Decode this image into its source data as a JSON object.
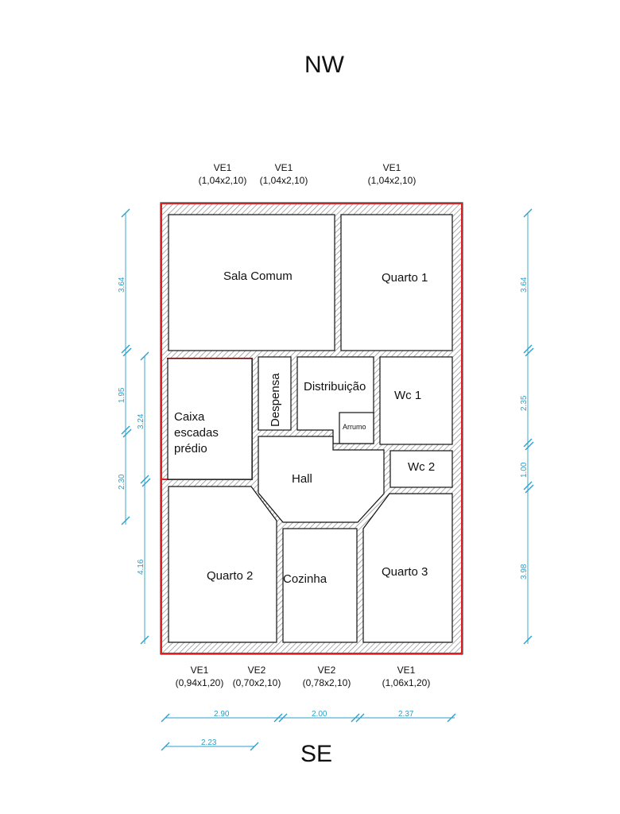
{
  "compass": {
    "north": "NW",
    "south": "SE"
  },
  "rooms": {
    "sala_comum": "Sala Comum",
    "quarto_1": "Quarto 1",
    "caixa_1": "Caixa",
    "caixa_2": "escadas",
    "caixa_3": "prédio",
    "despensa": "Despensa",
    "distribuicao": "Distribuição",
    "arrumo": "Arrumo",
    "wc_1": "Wc 1",
    "wc_2": "Wc 2",
    "hall": "Hall",
    "quarto_2": "Quarto 2",
    "cozinha": "Cozinha",
    "quarto_3": "Quarto 3"
  },
  "windows_top": [
    {
      "type": "VE1",
      "size": "(1,04x2,10)"
    },
    {
      "type": "VE1",
      "size": "(1,04x2,10)"
    },
    {
      "type": "VE1",
      "size": "(1,04x2,10)"
    }
  ],
  "windows_bottom": [
    {
      "type": "VE1",
      "size": "(0,94x1,20)"
    },
    {
      "type": "VE2",
      "size": "(0,70x2,10)"
    },
    {
      "type": "VE2",
      "size": "(0,78x2,10)"
    },
    {
      "type": "VE1",
      "size": "(1,06x1,20)"
    }
  ],
  "dims_left_outer": [
    "3.64",
    "1.95",
    "2.30"
  ],
  "dims_left_inner": [
    "3.24",
    "4.16"
  ],
  "dims_right": [
    "3.64",
    "2.35",
    "1.00",
    "3.98"
  ],
  "dims_bottom": [
    "2.90",
    "2.00",
    "2.37"
  ],
  "dims_bottom_second": [
    "2.23"
  ],
  "colors": {
    "wall_outline": "#111111",
    "hatch": "#888888",
    "exterior_red": "#e02020",
    "dimension": "#2aa0c8"
  }
}
